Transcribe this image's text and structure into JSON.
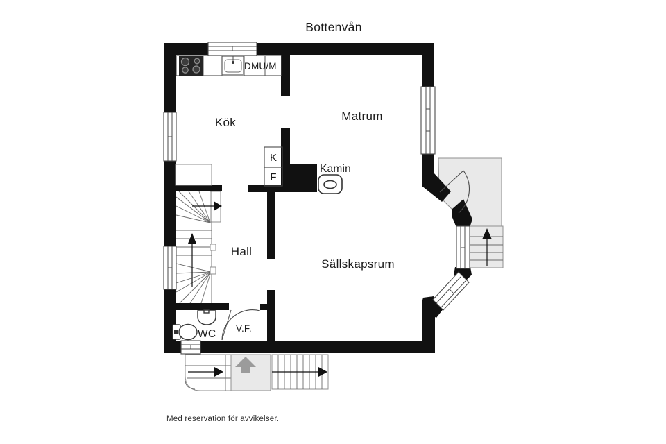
{
  "title": "Bottenvån",
  "disclaimer": "Med reservation för avvikelser.",
  "rooms": {
    "kitchen": "Kök",
    "dining": "Matrum",
    "hall": "Hall",
    "living": "Sällskapsrum",
    "wc": "WC",
    "vestibule": "V.F."
  },
  "labels": {
    "appliances": "DMU/M",
    "fridge": "K",
    "freezer": "F",
    "fireplace": "Kamin"
  },
  "colors": {
    "wall": "#111111",
    "porch_fill": "#e9e9e9",
    "gray_arrow": "#9b9b9b",
    "line": "#4a4a4a"
  }
}
